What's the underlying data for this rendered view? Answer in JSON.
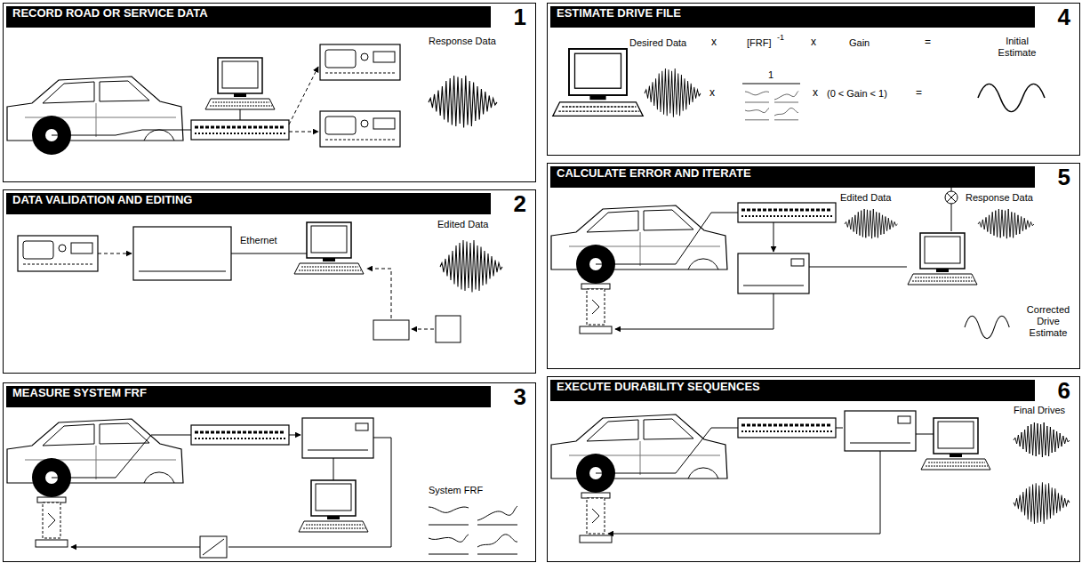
{
  "diagram": {
    "nodes": [
      {
        "text": [
          "RECORD ROAD OR SERVICE DATA",
          "1"
        ]
      },
      {
        "text": [
          "DATA VALIDATION AND EDITING",
          "2"
        ]
      },
      {
        "text": [
          "MEASURE SYSTEM FRF",
          "3"
        ]
      },
      {
        "text": [
          "ESTIMATE DRIVE FILE",
          "4"
        ]
      },
      {
        "text": [
          "CALCULATE ERROR AND ITERATE",
          "5"
        ]
      },
      {
        "text": [
          "EXECUTE DURABILITY SEQUENCES",
          "6"
        ]
      }
    ],
    "labels": [
      "Response Data",
      "Edited Data",
      "Ethernet",
      "System FRF",
      "Desired Data",
      "x",
      "[FRF]",
      "-1",
      "x",
      "Gain",
      "=",
      "Initial Estimate",
      "x",
      "1",
      "x",
      "(0 < Gain < 1)",
      "=",
      "Edited Data",
      "Response Data",
      "Corrected Drive Estimate",
      "Final Drives"
    ]
  }
}
